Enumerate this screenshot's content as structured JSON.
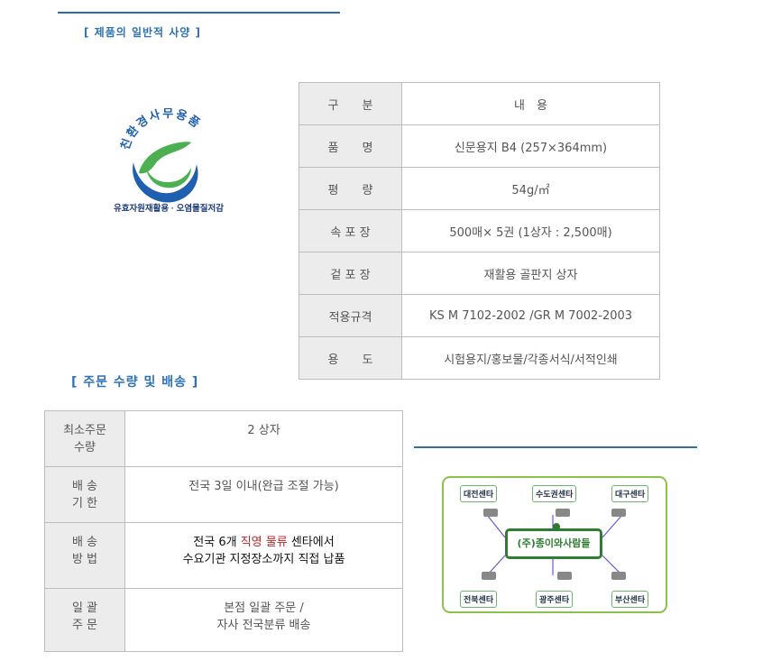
{
  "section1": {
    "heading": "[ 제품의 일반적 사양 ]"
  },
  "logo": {
    "arc_text": "친환경사무용품",
    "bottom_text": "유효자원재활용 · 오염물질저감",
    "colors": {
      "green": "#4caf50",
      "blue": "#1f5fb0"
    }
  },
  "spec_table": {
    "header": {
      "label": "구　　분",
      "value": "내　용"
    },
    "rows": [
      {
        "label": "품　　명",
        "value": "신문용지 B4 (257×364mm)"
      },
      {
        "label": "평　　량",
        "value": "54g/㎡"
      },
      {
        "label": "속 포 장",
        "value": "500매× 5권 (1상자 : 2,500매)"
      },
      {
        "label": "겉 포 장",
        "value": "재활용 골판지 상자"
      },
      {
        "label": "적용규격",
        "value": "KS M 7102-2002 /GR M 7002-2003"
      },
      {
        "label": "용　　도",
        "value": "시험용지/홍보물/각종서식/서적인쇄"
      }
    ]
  },
  "section2": {
    "heading": "[ 주문 수량 및 배송 ]"
  },
  "order_table": {
    "row1": {
      "label_l1": "최소주문",
      "label_l2": "수량",
      "value": "2 상자"
    },
    "row2": {
      "label_l1": "배 송",
      "label_l2": "기 한",
      "value": "전국 3일 이내(완급 조절 가능)"
    },
    "row3": {
      "label_l1": "배 송",
      "label_l2": "방 법",
      "v_a": "전국 6개 ",
      "v_b": "직영 물류",
      "v_c": " 센타에서",
      "v_d": "수요기관 지정장소",
      "v_e": "까지 ",
      "v_f": "직접 납품"
    },
    "row4": {
      "label_l1": "일 괄",
      "label_l2": "주 문",
      "value_l1": "본점 일괄 주문 /",
      "value_l2": "자사 전국분류 배송"
    }
  },
  "map": {
    "center": "(주)종이와사람들",
    "centers": [
      "대전센타",
      "수도권센타",
      "대구센타",
      "전북센타",
      "광주센타",
      "부산센타"
    ],
    "colors": {
      "border": "#8bc34a",
      "line": "#6a5acd",
      "center_border": "#2e7d32"
    }
  }
}
